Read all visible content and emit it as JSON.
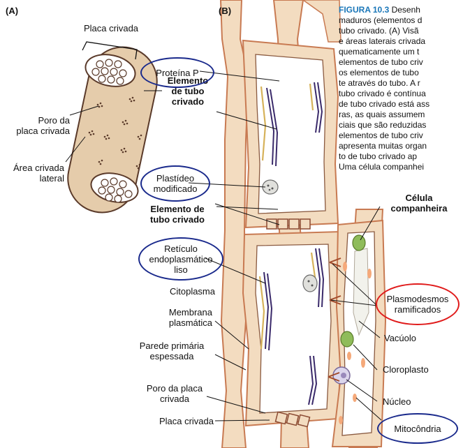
{
  "panels": {
    "a": "(A)",
    "b": "(B)"
  },
  "labels": {
    "placa_crivada_top": "Placa crivada",
    "poro_placa": "Poro da\nplaca crivada",
    "area_crivada": "Área crivada\nlateral",
    "proteina_p": "Proteína P",
    "elemento_tubo_1": "Elemento\nde tubo\ncrivado",
    "plastideo": "Plastídeo\nmodificado",
    "elemento_tubo_2": "Elemento de\ntubo crivado",
    "reticulo": "Retículo\nendoplasmático\nliso",
    "citoplasma": "Citoplasma",
    "membrana": "Membrana\nplasmática",
    "parede": "Parede primária\nespessada",
    "poro_placa_b": "Poro da placa\ncrivada",
    "placa_crivada_b": "Placa crivada",
    "celula_companheira": "Célula\ncompanheira",
    "plasmodesmos": "Plasmodesmos\nramificados",
    "vacuolo": "Vacúolo",
    "cloroplasto": "Cloroplasto",
    "nucleo": "Núcleo",
    "mitocondria": "Mitocôndria"
  },
  "caption": {
    "figure_label": "FIGURA 10.3",
    "lines": [
      " Desenh",
      "maduros (elementos d",
      "tubo crivado. (A) Visã",
      "e áreas laterais crivada",
      "quematicamente um t",
      "elementos de tubo criv",
      "os elementos de tubo",
      "te através do tubo. A r",
      "tubo crivado é contínua",
      "de tubo crivado está ass",
      "ras, as quais assumem",
      "ciais que são reduzidas",
      "elementos de tubo criv",
      "apresenta muitas organ",
      "to de tubo crivado ap",
      "Uma célula companhei"
    ]
  },
  "colors": {
    "wall": "#f3dcc0",
    "wall_edge": "#c87a52",
    "cell_a": "#e5ccab",
    "ellipse_blue": "#1a2a8c",
    "ellipse_red": "#e01b1b",
    "caption_blue": "#1976b8"
  }
}
